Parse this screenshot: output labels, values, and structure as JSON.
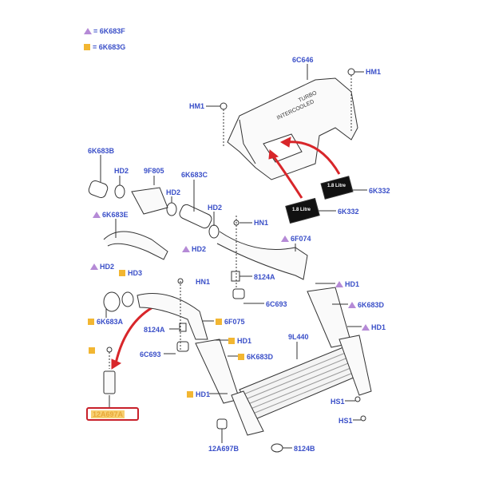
{
  "legend": {
    "triangle_label": "= 6K683F",
    "square_label": "= 6K683G"
  },
  "cover_text": [
    "TURBO",
    "INTERCOOLED"
  ],
  "decals": [
    "1.8 Litre",
    "1.8 Litre"
  ],
  "highlighted_part": "12A697A",
  "labels": {
    "l6c646": "6C646",
    "hm1a": "HM1",
    "hm1b": "HM1",
    "l6k683b": "6K683B",
    "hd2a": "HD2",
    "l9f805": "9F805",
    "l6k683c": "6K683C",
    "hd2b": "HD2",
    "hd2c": "HD2",
    "hn1a": "HN1",
    "l6k683e": "6K683E",
    "hd2d": "HD2",
    "l6f074": "6F074",
    "hd2e": "HD2",
    "hd3": "HD3",
    "hn1b": "HN1",
    "l8124a1": "8124A",
    "hd1a": "HD1",
    "l6c693a": "6C693",
    "l6k683d1": "6K683D",
    "l6k683a": "6K683A",
    "l6f075": "6F075",
    "l8124a2": "8124A",
    "hd1b": "HD1",
    "hd1c": "HD1",
    "l9l440": "9L440",
    "l6c693b": "6C693",
    "l6k683d2": "6K683D",
    "hd1d": "HD1",
    "hs1a": "HS1",
    "hs1b": "HS1",
    "l12a697b": "12A697B",
    "l8124b": "8124B",
    "l6k332a": "6K332",
    "l6k332b": "6K332"
  },
  "colors": {
    "label": "#3a4fc8",
    "triangle": "#b58ad6",
    "square": "#f2b632",
    "arrow": "#d8262a",
    "highlight": "#c8202a"
  }
}
